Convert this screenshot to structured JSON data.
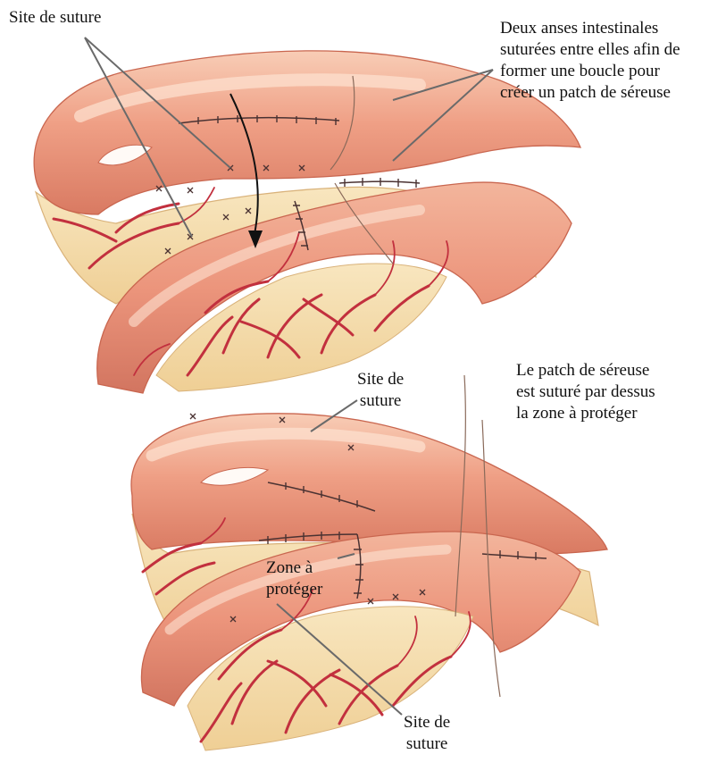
{
  "labels": {
    "top_left": [
      "Site de suture"
    ],
    "top_right": [
      "Deux anses intestinales",
      "suturées entre elles afin de",
      "former une boucle pour",
      "créer un patch de séreuse"
    ],
    "mid_site": [
      "Site de",
      "suture"
    ],
    "mid_right": [
      "Le patch de séreuse",
      "est suturé par dessus",
      "la zone à protéger"
    ],
    "zone": [
      "Zone à",
      "protéger"
    ],
    "bottom_site": [
      "Site de",
      "suture"
    ]
  },
  "colors": {
    "intestine": "#ec9c84",
    "intestine_light": "#f6c3ab",
    "intestine_dark": "#c9664f",
    "mesentery": "#f6dcaa",
    "mesentery_edge": "#d9b27a",
    "vessel": "#c2303e",
    "suture": "#4a3232",
    "leader": "#6a6a6a"
  }
}
